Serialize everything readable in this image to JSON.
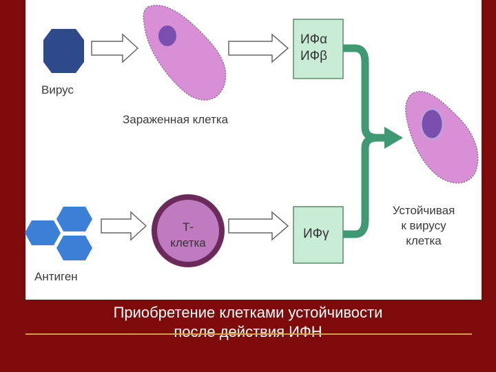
{
  "labels": {
    "virus": "Вирус",
    "antigen": "Антиген",
    "infected_cell": "Зараженная клетка",
    "t_cell_line1": "Т-",
    "t_cell_line2": "клетка",
    "ifn_alpha": "ИФα",
    "ifn_beta": "ИФβ",
    "ifn_gamma": "ИФγ",
    "resistant_line1": "Устойчивая",
    "resistant_line2": "к вирусу",
    "resistant_line3": "клетка"
  },
  "caption": {
    "line1": "Приобретение клетками устойчивости",
    "line2": "после действия ИФН"
  },
  "colors": {
    "background": "#7d0b0b",
    "virus": "#2e4a8a",
    "antigen": "#3b7fd6",
    "cell_body": "#d98fd6",
    "nucleus": "#7a4fb0",
    "t_cell": "#c07ac0",
    "t_cell_rim": "#6a2a5a",
    "ifn_box": "#c9ecd6",
    "green_arrow": "#3f9a74",
    "rule": "#d4a040"
  }
}
